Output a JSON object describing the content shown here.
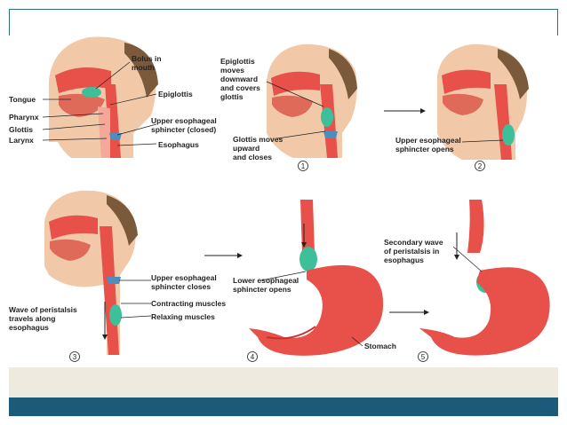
{
  "labels": {
    "bolus": [
      "Bolus in",
      "mouth"
    ],
    "tongue": "Tongue",
    "epiglottis": "Epiglottis",
    "pharynx": "Pharynx",
    "glottis": "Glottis",
    "larynx": "Larynx",
    "ues_closed": [
      "Upper esophageal",
      "sphincter (closed)"
    ],
    "esophagus": "Esophagus",
    "epi_moves": [
      "Epiglottis",
      "moves",
      "downward",
      "and covers",
      "glottis"
    ],
    "glottis_moves": [
      "Glottis moves",
      "upward",
      "and closes"
    ],
    "ues_opens": [
      "Upper esophageal",
      "sphincter opens"
    ],
    "ues_closes": [
      "Upper esophageal",
      "sphincter closes"
    ],
    "contracting": "Contracting muscles",
    "relaxing": "Relaxing muscles",
    "wave": [
      "Wave of peristalsis",
      "travels along",
      "esophagus"
    ],
    "les_opens": [
      "Lower esophageal",
      "sphincter opens"
    ],
    "stomach": "Stomach",
    "secondary": [
      "Secondary wave",
      "of peristalsis in",
      "esophagus"
    ]
  },
  "steps": [
    "1",
    "2",
    "3",
    "4",
    "5"
  ],
  "colors": {
    "skin": "#f2c9a8",
    "tissue": "#e8504a",
    "tissue_dark": "#c8322e",
    "bolus": "#3dbf9a",
    "frame": "#1b5a78",
    "band": "#eeeae0"
  }
}
